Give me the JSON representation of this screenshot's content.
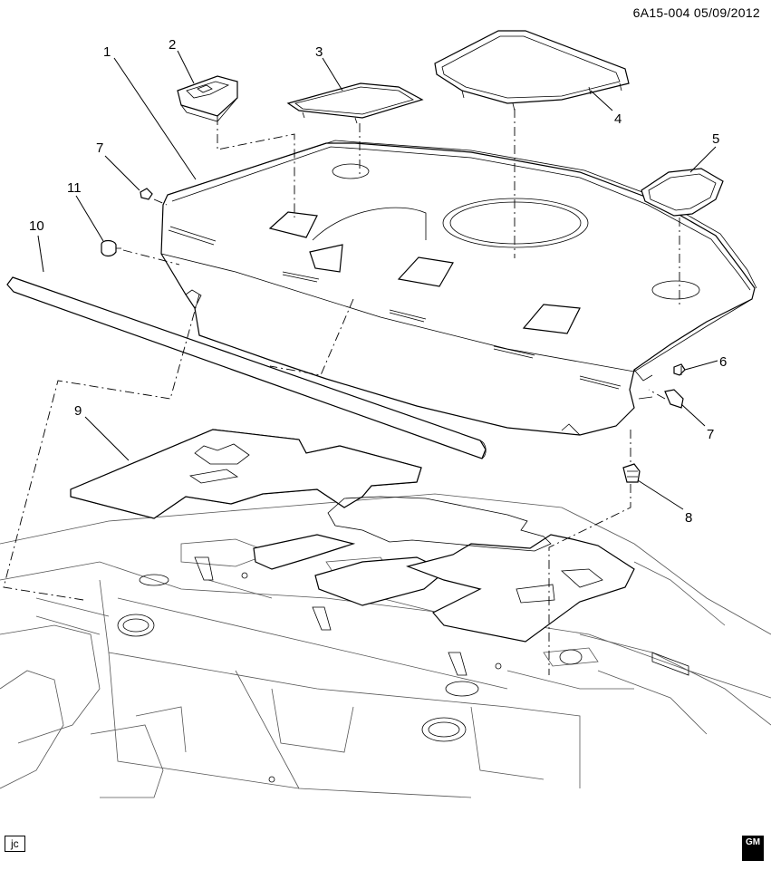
{
  "header": {
    "reference": "6A15-004  05/09/2012"
  },
  "footer": {
    "initials": "jc",
    "logo_text": "GM"
  },
  "callouts": [
    {
      "id": "1",
      "label": "1"
    },
    {
      "id": "2",
      "label": "2"
    },
    {
      "id": "3",
      "label": "3"
    },
    {
      "id": "4",
      "label": "4"
    },
    {
      "id": "5",
      "label": "5"
    },
    {
      "id": "6",
      "label": "6"
    },
    {
      "id": "7a",
      "label": "7"
    },
    {
      "id": "7b",
      "label": "7"
    },
    {
      "id": "8",
      "label": "8"
    },
    {
      "id": "9",
      "label": "9"
    },
    {
      "id": "10",
      "label": "10"
    },
    {
      "id": "11",
      "label": "11"
    }
  ]
}
